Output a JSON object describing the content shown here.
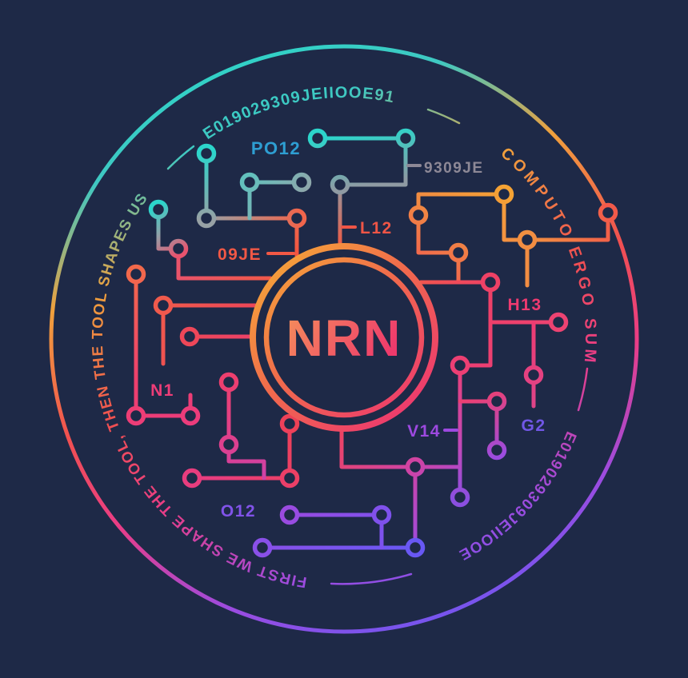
{
  "emblem": {
    "title": "NRN",
    "arc_texts": {
      "top": "E019029309JEIIOOE91",
      "right": "COMPUTO ERGO SUM",
      "bottom_right": "E019029309JEIIOOE",
      "left": "FIRST WE SHAPE THE TOOL, THEN THE TOOL SHAPES US"
    },
    "labels": {
      "po12": {
        "text": "PO12",
        "color": "#2e9ed2"
      },
      "je9309": {
        "text": "9309JE",
        "color": "#8d8896"
      },
      "l12": {
        "text": "L12",
        "color": "#ef5546"
      },
      "je09": {
        "text": "09JE",
        "color": "#f25845"
      },
      "n1": {
        "text": "N1",
        "color": "#ee3d78"
      },
      "h13": {
        "text": "H13",
        "color": "#ee3a70"
      },
      "v14": {
        "text": "V14",
        "color": "#9d49e0"
      },
      "g2": {
        "text": "G2",
        "color": "#7157e6"
      },
      "o12": {
        "text": "O12",
        "color": "#8153e9"
      }
    },
    "colors": {
      "background": "#1e2947",
      "teal": "#2dd4c8",
      "gray": "#93a0a6",
      "orange": "#f4a038",
      "red": "#f15a48",
      "pink": "#ee3c74",
      "magenta": "#d8409f",
      "purple": "#8a50e8",
      "indigo": "#6858f5"
    }
  }
}
